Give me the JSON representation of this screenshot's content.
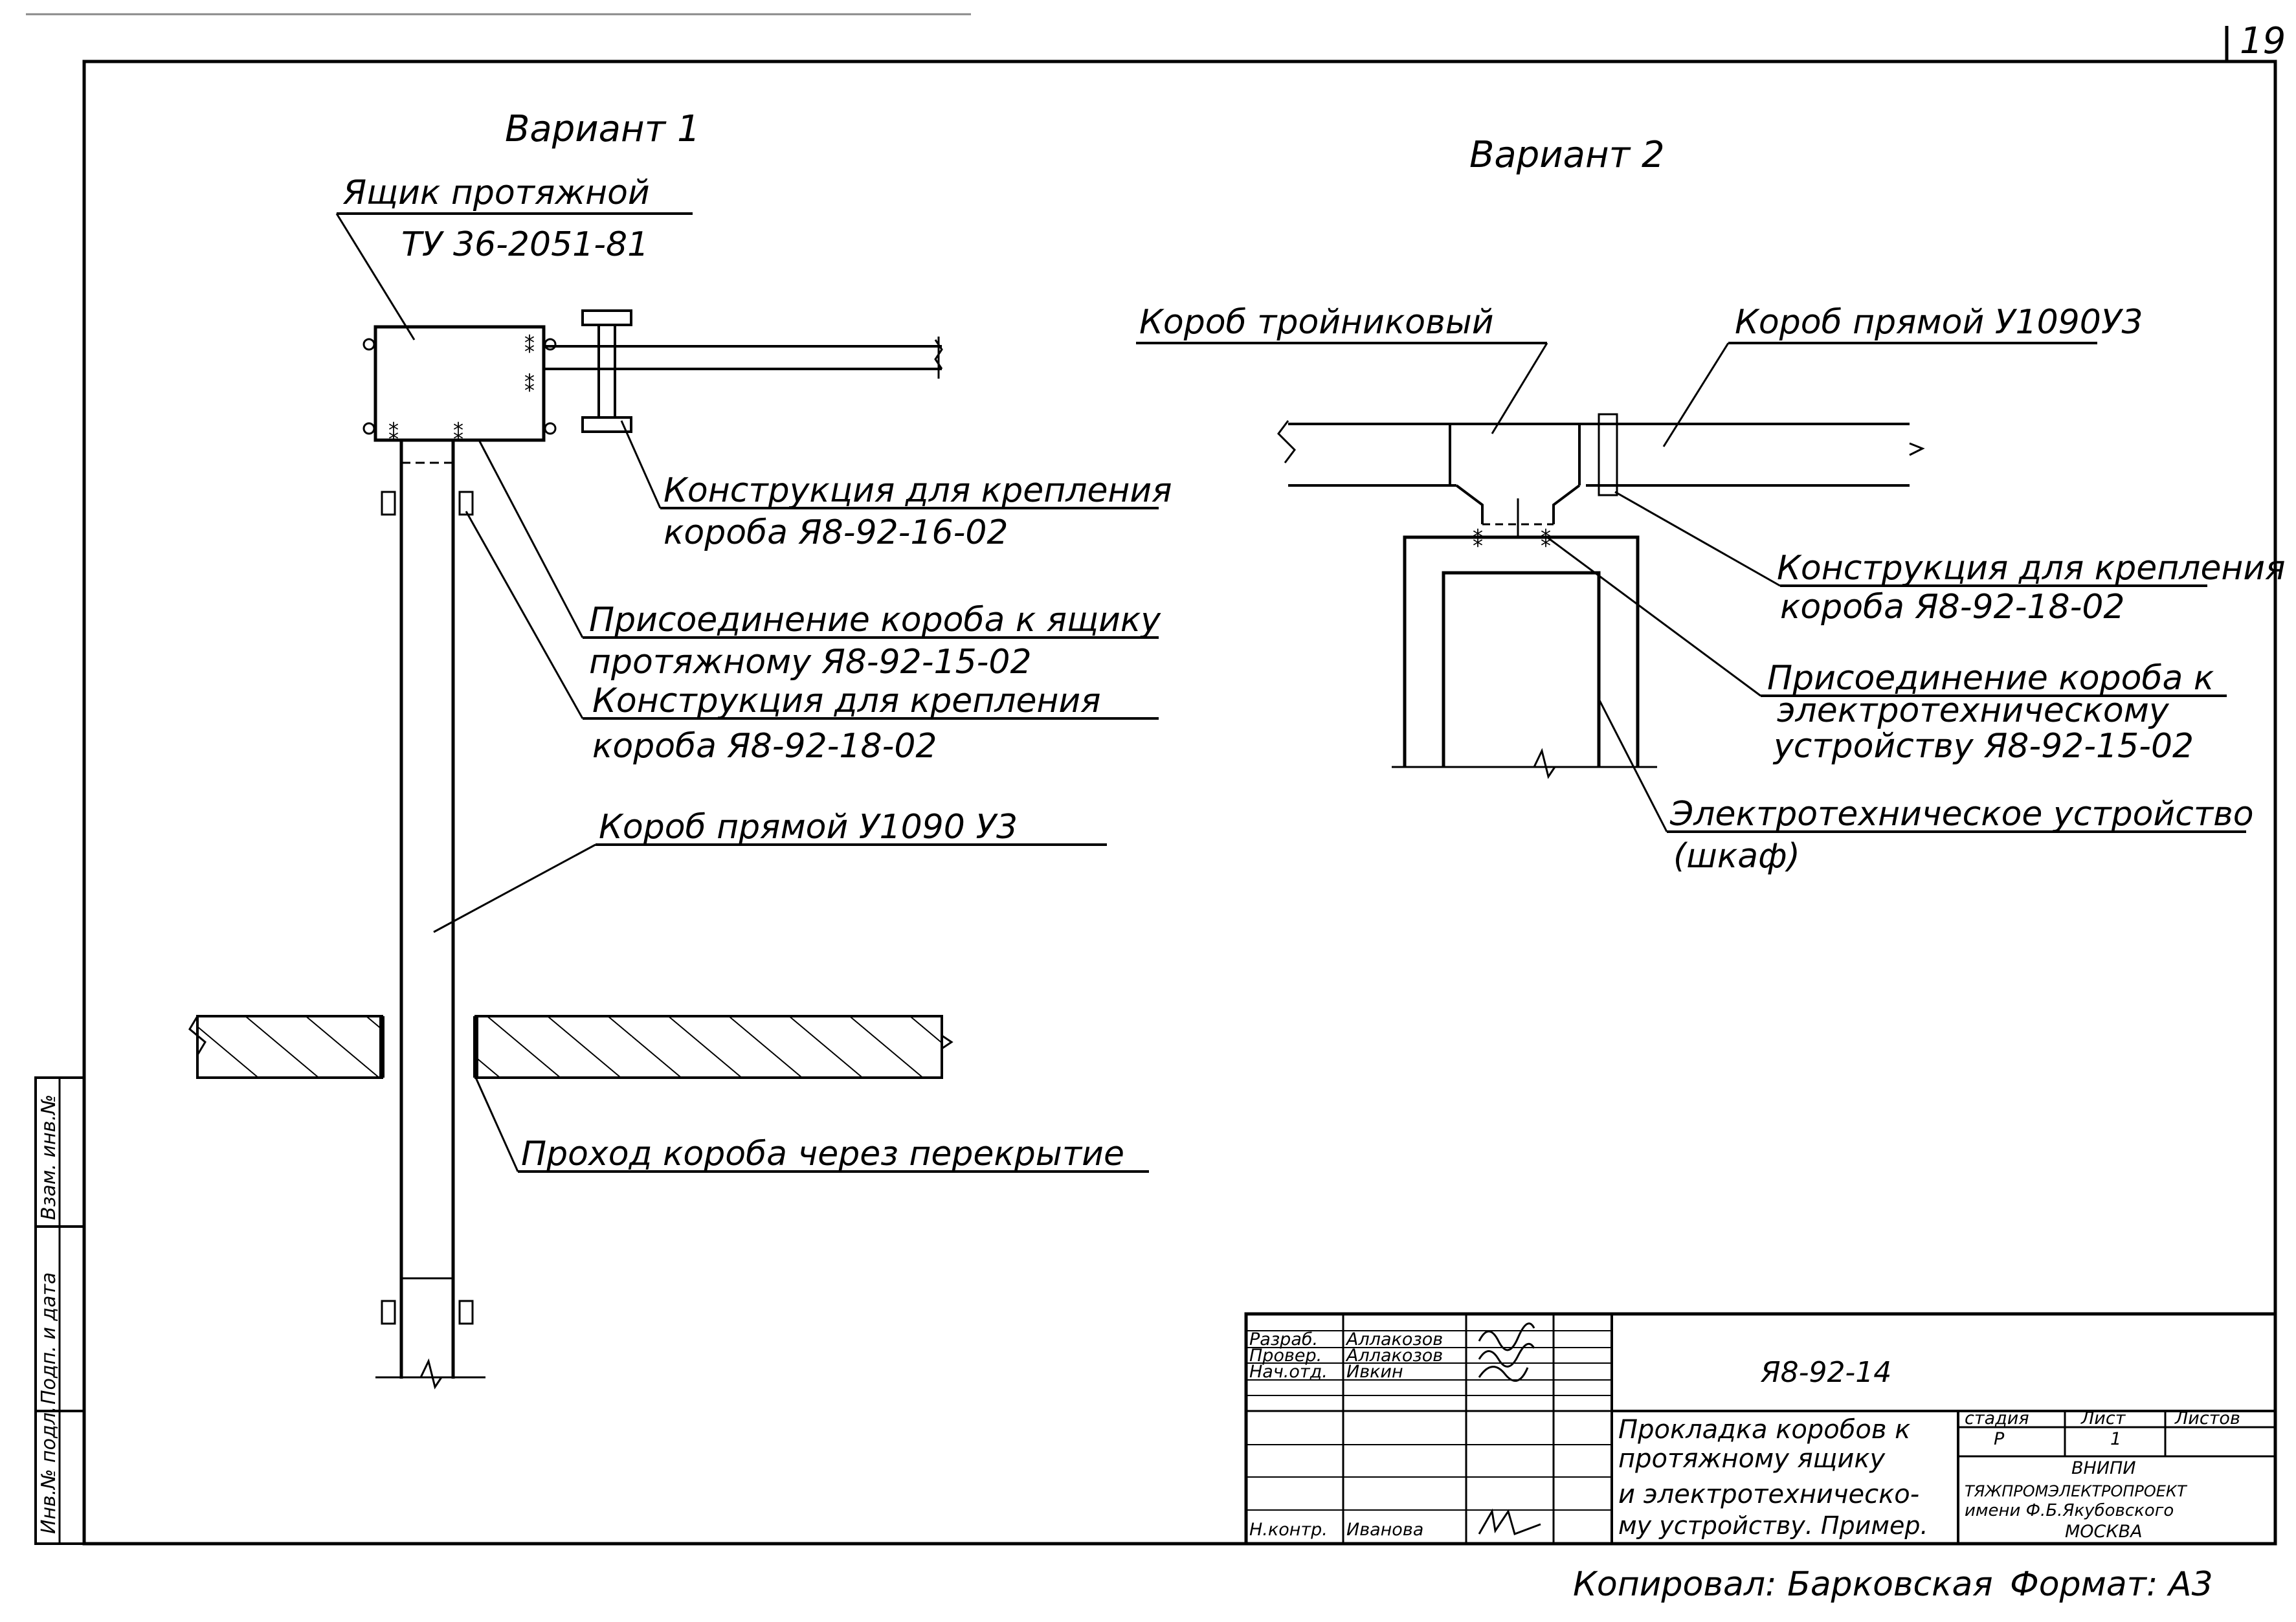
{
  "sheet_number": "19",
  "variant1": {
    "title": "Вариант 1",
    "box_title": "Ящик протяжной",
    "box_spec": "ТУ 36-2051-81",
    "callout_mount_16_l1": "Конструкция для крепления",
    "callout_mount_16_l2": "короба Я8-92-16-02",
    "callout_conn_l1": "Присоединение короба к ящику",
    "callout_conn_l2": "протяжному Я8-92-15-02",
    "callout_mount_18_l1": "Конструкция для крепления",
    "callout_mount_18_l2": "короба Я8-92-18-02",
    "callout_straight": "Короб прямой У1090 У3",
    "callout_passage": "Проход короба через перекрытие"
  },
  "variant2": {
    "title": "Вариант 2",
    "callout_tee": "Короб тройниковый",
    "callout_straight": "Короб прямой У1090У3",
    "callout_mount_l1": "Конструкция для крепления",
    "callout_mount_l2": "короба Я8-92-18-02",
    "callout_conn_l1": "Присоединение короба к",
    "callout_conn_l2": "электротехническому",
    "callout_conn_l3": "устройству Я8-92-15-02",
    "callout_device_l1": "Электротехническое устройство",
    "callout_device_l2": "(шкаф)"
  },
  "title_block": {
    "roles": [
      {
        "role": "Разраб.",
        "name": "Аллакозов"
      },
      {
        "role": "Провер.",
        "name": "Аллакозов"
      },
      {
        "role": "Нач.отд.",
        "name": "Ивкин"
      },
      {
        "role": "",
        "name": ""
      },
      {
        "role": "",
        "name": ""
      },
      {
        "role": "",
        "name": ""
      },
      {
        "role": "Н.контр.",
        "name": "Иванова"
      }
    ],
    "doc_code": "Я8-92-14",
    "doc_title_l1": "Прокладка коробов к",
    "doc_title_l2": "протяжному ящику",
    "doc_title_l3": "и электротехническо-",
    "doc_title_l4": "му устройству. Пример.",
    "stage_header": "стадия",
    "sheet_header": "Лист",
    "sheets_header": "Листов",
    "stage_value": "Р",
    "sheet_value": "1",
    "org_l1": "ВНИПИ",
    "org_l2": "ТЯЖПРОМЭЛЕКТРОПРОЕКТ",
    "org_l3": "имени Ф.Б.Якубовского",
    "org_l4": "МОСКВА"
  },
  "side_stamp": {
    "inv_podl": "Инв.№ подл.",
    "podp_data": "Подп. и дата",
    "vzam_inv": "Взам. инв.№"
  },
  "footer": {
    "copied": "Копировал: Барковская",
    "format": "Формат: А3"
  }
}
